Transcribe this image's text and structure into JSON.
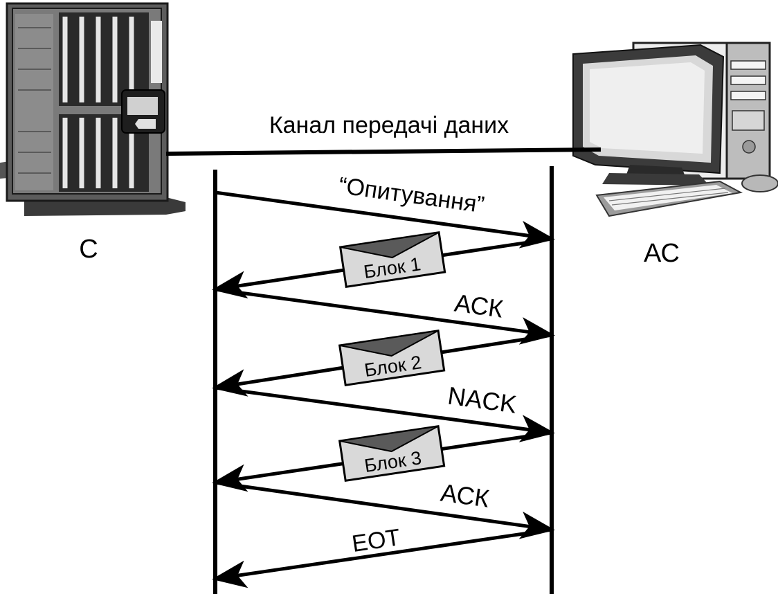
{
  "diagram": {
    "channel_label": "Канал передачі даних",
    "server_label": "С",
    "workstation_label": "АС",
    "messages": [
      {
        "id": "poll",
        "text": "“Опитування”",
        "direction": "to-workstation"
      },
      {
        "id": "block-1",
        "text": "Блок 1",
        "direction": "to-server",
        "envelope": true
      },
      {
        "id": "ack-1",
        "text": "АСК",
        "direction": "to-workstation"
      },
      {
        "id": "block-2",
        "text": "Блок 2",
        "direction": "to-server",
        "envelope": true
      },
      {
        "id": "nack",
        "text": "NACK",
        "direction": "to-workstation"
      },
      {
        "id": "block-3",
        "text": "Блок 3",
        "direction": "to-server",
        "envelope": true
      },
      {
        "id": "ack-2",
        "text": "АСК",
        "direction": "to-workstation"
      },
      {
        "id": "eot",
        "text": "EOT",
        "direction": "to-server"
      }
    ]
  },
  "colors": {
    "line": "#000000",
    "envelope_fill": "#d9d9d9",
    "envelope_flap": "#5a5a5a"
  }
}
